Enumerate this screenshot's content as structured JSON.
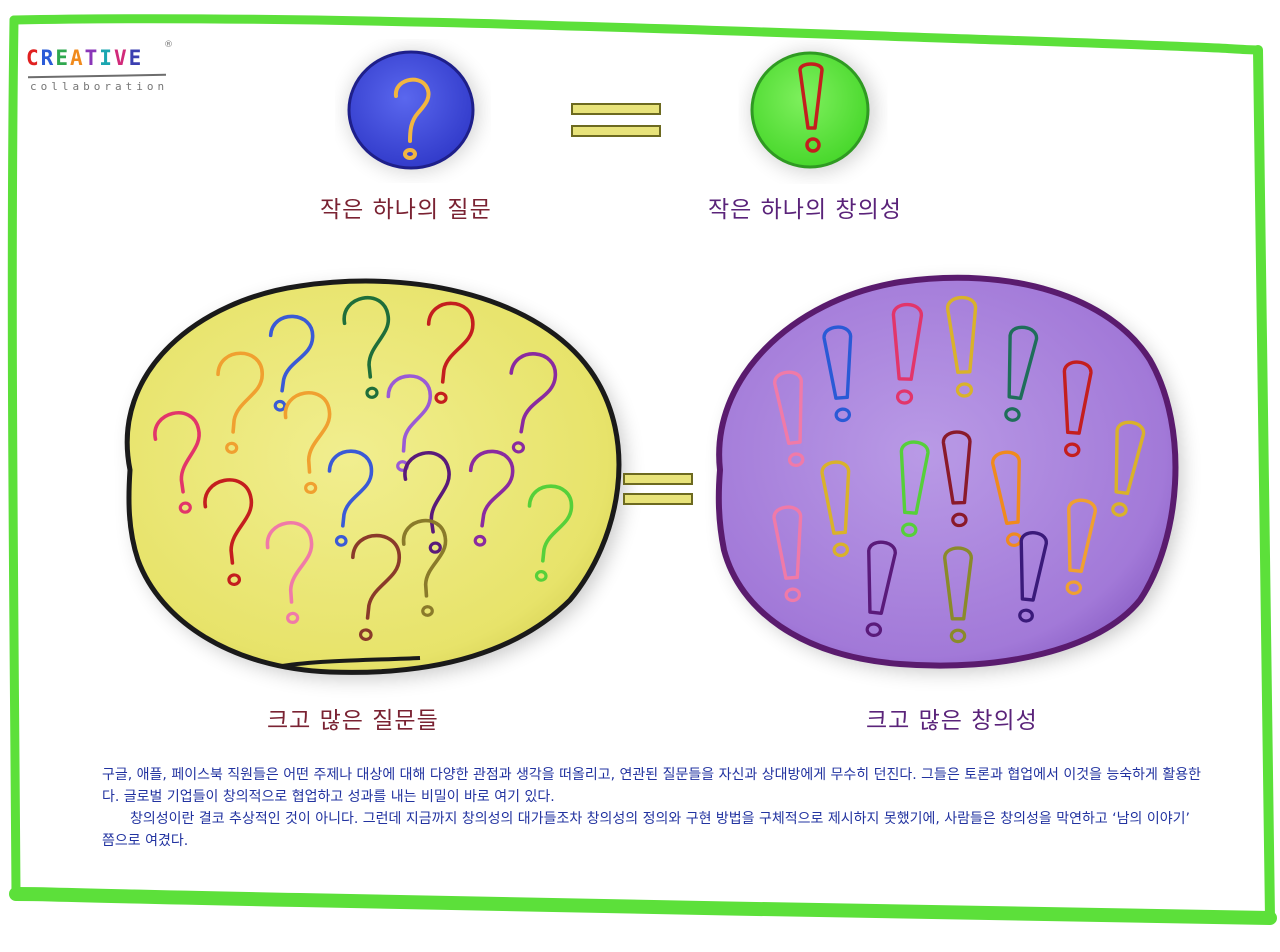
{
  "logo": {
    "word": "CREATIVE",
    "registered": "®",
    "subtitle": "collaboration",
    "letter_colors": [
      "#e02020",
      "#2a5bd7",
      "#2fa84f",
      "#f08a1d",
      "#8a36b8",
      "#1aa6b0",
      "#d12a7a",
      "#3b3fb0"
    ]
  },
  "top_left": {
    "label": "작은 하나의 질문",
    "symbol": "?",
    "circle_color": "#3a44d6",
    "symbol_color": "#f2b640"
  },
  "top_right": {
    "label": "작은 하나의 창의성",
    "symbol": "!",
    "circle_color": "#56e03a",
    "symbol_color": "#c41e1e"
  },
  "bottom_left": {
    "label": "크고 많은 질문들",
    "symbol": "?",
    "circle_color": "#ece976",
    "border_color": "#1a1a1a"
  },
  "bottom_right": {
    "label": "크고 많은 창의성",
    "symbol": "!",
    "circle_color": "#a57ad8",
    "border_color": "#5a1b6e"
  },
  "equals_color": "#e8e37a",
  "frame_color": "#5ce03a",
  "description": {
    "paragraph1": "구글, 애플, 페이스북 직원들은 어떤 주제나 대상에 대해 다양한 관점과 생각을 떠올리고, 연관된 질문들을 자신과 상대방에게 무수히 던진다. 그들은 토론과 협업에서 이것을 능숙하게 활용한다. 글로벌 기업들이 창의적으로 협업하고 성과를 내는 비밀이 바로 여기 있다.",
    "paragraph2": "창의성이란 결코 추상적인 것이 아니다. 그런데 지금까지 창의성의 대가들조차 창의성의 정의와 구현 방법을 구체적으로 제시하지 못했기에, 사람들은 창의성을 막연하고 ‘남의 이야기’ 쯤으로 여겼다."
  }
}
